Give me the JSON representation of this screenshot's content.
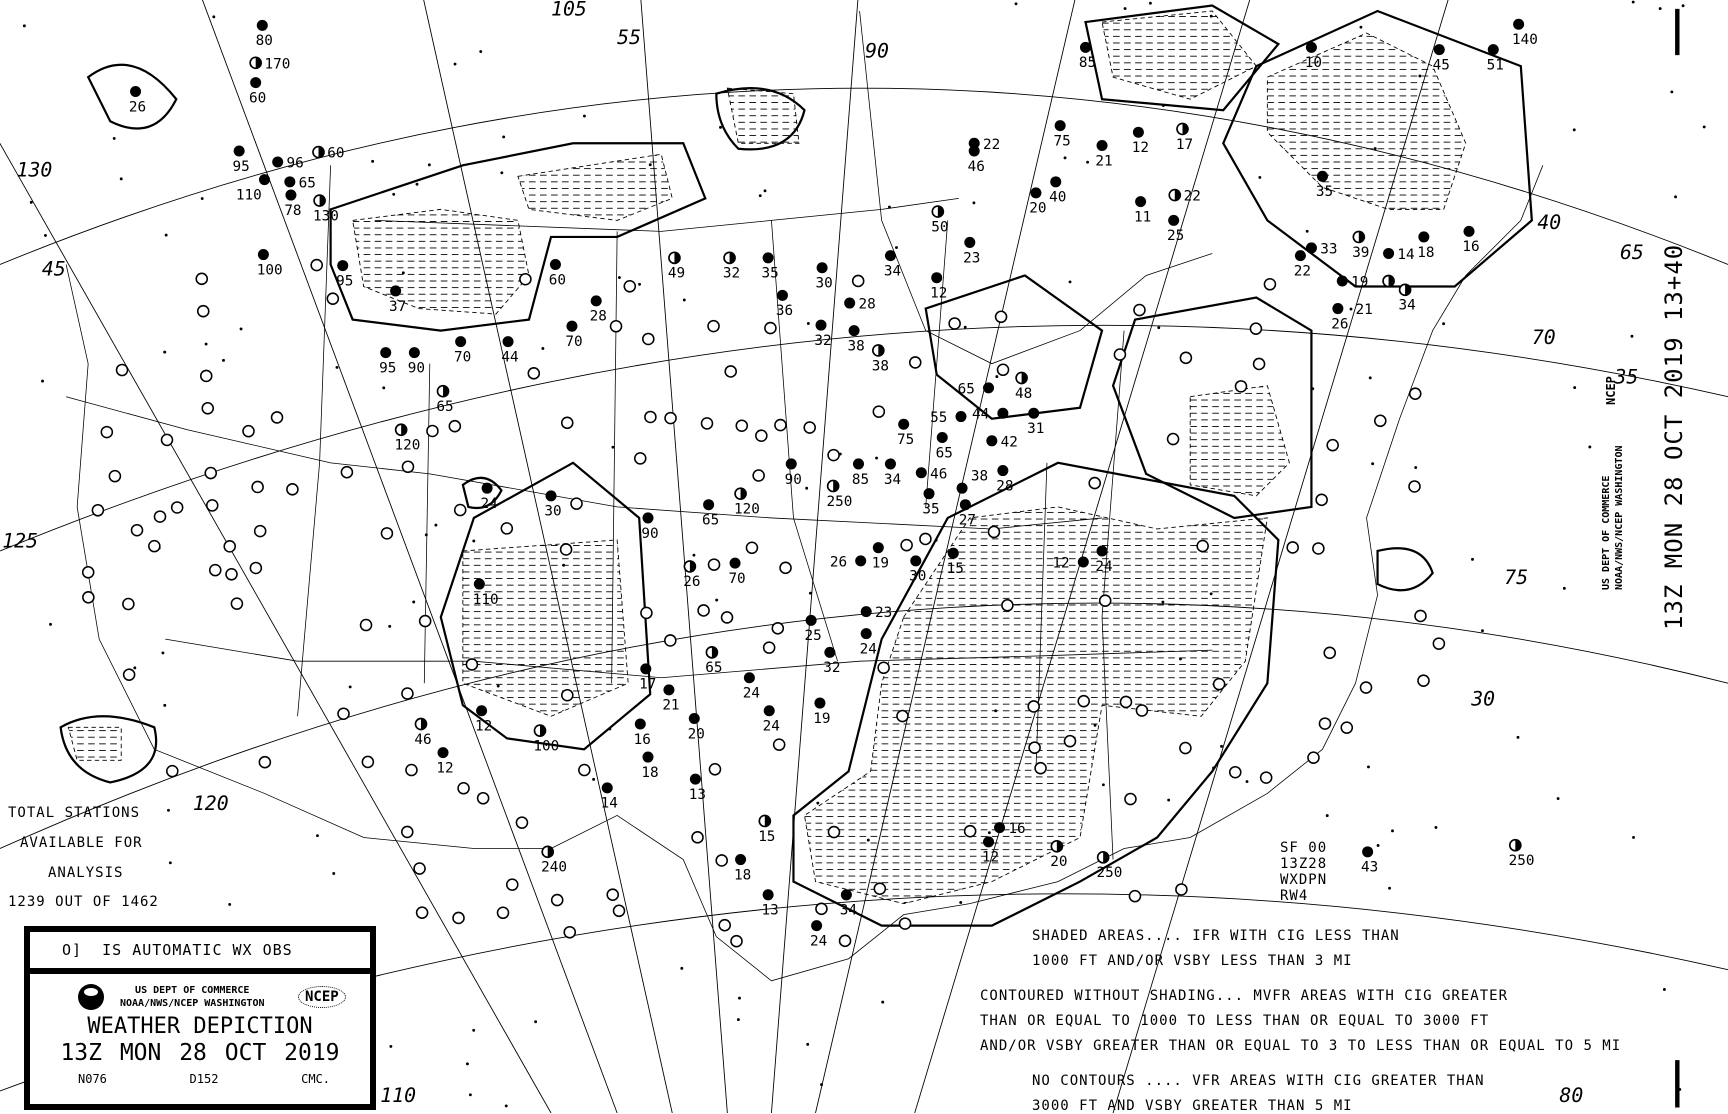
{
  "title": "WEATHER DEPICTION",
  "valid_time": "13Z MON  28 OCT 2019",
  "vertical_time": "13Z MON  28 OCT 2019 13+40",
  "agency_line1": "US DEPT OF COMMERCE",
  "agency_line2": "NOAA/NWS/NCEP WASHINGTON",
  "ncep_badge": "NCEP",
  "legend": {
    "automatic_obs_symbol": "O]",
    "automatic_obs_text": "IS AUTOMATIC WX OBS",
    "footer_left": "N076",
    "footer_mid": "D152",
    "footer_right": "CMC."
  },
  "station_count": {
    "line1": "TOTAL STATIONS",
    "line2": "AVAILABLE FOR",
    "line3": "ANALYSIS",
    "line4": "1239 OUT OF 1462"
  },
  "product_code": [
    "SF 00",
    "13Z28",
    "WXDPN",
    "RW4"
  ],
  "explanation": {
    "shaded_1": "SHADED AREAS.... IFR WITH CIG LESS THAN",
    "shaded_2": "1000 FT AND/OR VSBY LESS THAN 3 MI",
    "contoured_1": "CONTOURED WITHOUT SHADING... MVFR AREAS WITH CIG GREATER",
    "contoured_2": "THAN OR EQUAL TO 1000 TO LESS THAN OR EQUAL TO 3000 FT",
    "contoured_3": "AND/OR VSBY GREATER THAN OR EQUAL TO 3 TO LESS THAN OR EQUAL TO 5 MI",
    "none_1": "NO CONTOURS .... VFR AREAS WITH CIG GREATER THAN",
    "none_2": "3000 FT AND VSBY GREATER THAN 5 MI"
  },
  "grid_labels": [
    "130",
    "45",
    "125",
    "120",
    "110",
    "105",
    "90",
    "40",
    "70",
    "75",
    "65",
    "35",
    "30",
    "80",
    "55"
  ],
  "station_labels": [
    "26",
    "80",
    "170",
    "60",
    "95",
    "96",
    "65",
    "110",
    "78",
    "60",
    "130",
    "100",
    "95",
    "37",
    "95",
    "90",
    "70",
    "44",
    "60",
    "70",
    "28",
    "49",
    "32",
    "35",
    "36",
    "30",
    "28",
    "32",
    "38",
    "38",
    "50",
    "46",
    "20",
    "40",
    "75",
    "21",
    "12",
    "17",
    "11",
    "22",
    "85",
    "10",
    "45",
    "51",
    "140",
    "16",
    "22",
    "19",
    "26",
    "34",
    "39",
    "65",
    "48",
    "31",
    "44",
    "55",
    "65",
    "42",
    "38",
    "28",
    "27",
    "35",
    "46",
    "75",
    "34",
    "85",
    "250",
    "90",
    "120",
    "65",
    "90",
    "120",
    "24",
    "65",
    "110",
    "46",
    "12",
    "12",
    "100",
    "14",
    "240",
    "16",
    "18",
    "21",
    "20",
    "13",
    "17",
    "65",
    "24",
    "24",
    "19",
    "25",
    "32",
    "23",
    "24",
    "19",
    "26",
    "30",
    "15",
    "70",
    "26",
    "18",
    "13",
    "24",
    "34",
    "15",
    "43",
    "250",
    "250",
    "12",
    "16",
    "20",
    "34",
    "23",
    "12",
    "22",
    "35",
    "33",
    "25",
    "14",
    "24",
    "12",
    "18",
    "21",
    "30",
    "23",
    "39"
  ],
  "colors": {
    "ink": "#000000",
    "background": "#ffffff"
  }
}
